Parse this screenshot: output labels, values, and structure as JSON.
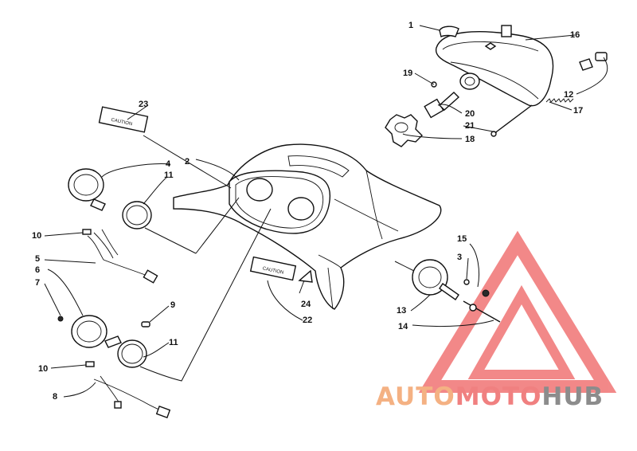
{
  "callouts": [
    {
      "n": "1"
    },
    {
      "n": "2"
    },
    {
      "n": "3"
    },
    {
      "n": "4"
    },
    {
      "n": "5"
    },
    {
      "n": "6"
    },
    {
      "n": "7"
    },
    {
      "n": "8"
    },
    {
      "n": "9"
    },
    {
      "n": "10"
    },
    {
      "n": "10"
    },
    {
      "n": "11"
    },
    {
      "n": "11"
    },
    {
      "n": "12"
    },
    {
      "n": "13"
    },
    {
      "n": "14"
    },
    {
      "n": "15"
    },
    {
      "n": "16"
    },
    {
      "n": "17"
    },
    {
      "n": "18"
    },
    {
      "n": "19"
    },
    {
      "n": "20"
    },
    {
      "n": "21"
    },
    {
      "n": "22"
    },
    {
      "n": "23"
    },
    {
      "n": "24"
    }
  ],
  "decals": {
    "caution_upper": "CAUTION",
    "caution_lower": "CAUTION"
  },
  "watermark": {
    "part1": "AUTO",
    "part2": "MOTO",
    "part3": "HUB",
    "color1": "#f4b183",
    "color2": "#f08080",
    "color3": "#8c8c8c",
    "logo_color": "#ef6b6b"
  }
}
